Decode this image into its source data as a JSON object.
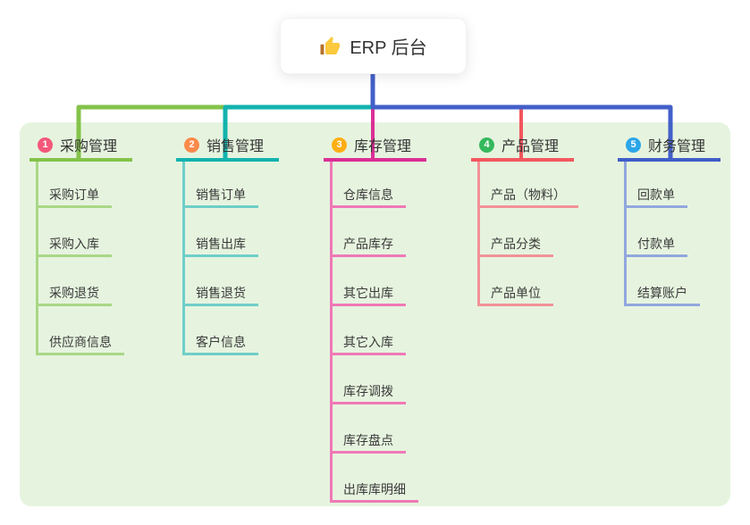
{
  "root": {
    "title": "ERP 后台",
    "icon": "thumbs-up"
  },
  "colors": {
    "panel_bg": "#E6F4DF",
    "green": "#84C34A",
    "teal": "#13B3AE",
    "magenta": "#DB3095",
    "red": "#F2575E",
    "blue": "#4360C9",
    "thumb_hand": "#FBC93D",
    "thumb_cuff": "#B5712A"
  },
  "branches": [
    {
      "number": "1",
      "label": "采购管理",
      "badge_color": "#F4587A",
      "line_color": "#84C34A",
      "child_color": "#A9D786",
      "children": [
        "采购订单",
        "采购入库",
        "采购退货",
        "供应商信息"
      ]
    },
    {
      "number": "2",
      "label": "销售管理",
      "badge_color": "#FB8A4B",
      "line_color": "#13B3AE",
      "child_color": "#6FCEC8",
      "children": [
        "销售订单",
        "销售出库",
        "销售退货",
        "客户信息"
      ]
    },
    {
      "number": "3",
      "label": "库存管理",
      "badge_color": "#FFAE13",
      "line_color": "#DB3095",
      "child_color": "#EF79B7",
      "children": [
        "仓库信息",
        "产品库存",
        "其它出库",
        "其它入库",
        "库存调拨",
        "库存盘点",
        "出库库明细"
      ]
    },
    {
      "number": "4",
      "label": "产品管理",
      "badge_color": "#35B95D",
      "line_color": "#F2575E",
      "child_color": "#F29298",
      "children": [
        "产品（物料）",
        "产品分类",
        "产品单位"
      ]
    },
    {
      "number": "5",
      "label": "财务管理",
      "badge_color": "#2BA6E8",
      "line_color": "#3E5EC8",
      "child_color": "#92A7DE",
      "children": [
        "回款单",
        "付款单",
        "结算账户"
      ]
    }
  ]
}
